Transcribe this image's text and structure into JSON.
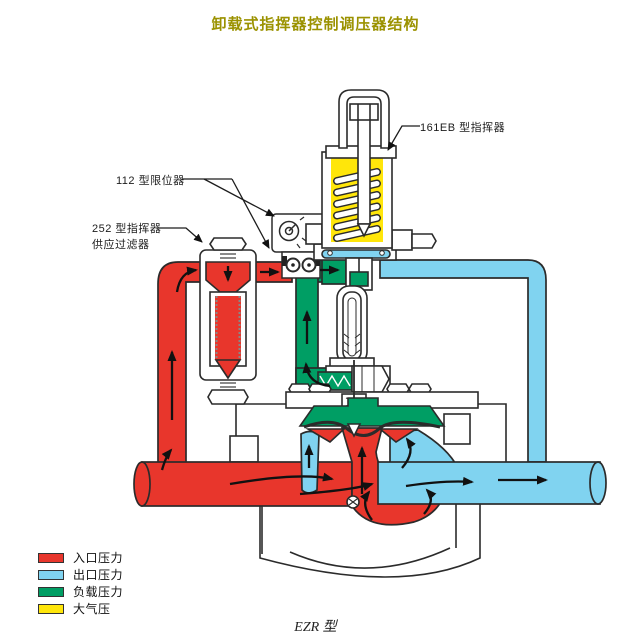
{
  "title": "卸载式指挥器控制调压器结构",
  "caption": "EZR 型",
  "labels": {
    "pilot": "161EB 型指挥器",
    "limiter": "112 型限位器",
    "filter_line1": "252 型指挥器",
    "filter_line2": "供应过滤器"
  },
  "legend": {
    "items": [
      {
        "label": "入口压力",
        "color": "#e8362c"
      },
      {
        "label": "出口压力",
        "color": "#80d3f0"
      },
      {
        "label": "负载压力",
        "color": "#009e64"
      },
      {
        "label": "大气压",
        "color": "#ffe60a"
      }
    ]
  },
  "colors": {
    "title_text": "#9b9200",
    "outline": "#2b2b2b",
    "inlet_red": "#e8362c",
    "outlet_blue": "#80d3f0",
    "loading_green": "#009e64",
    "atmosphere_yellow": "#ffe60a"
  }
}
